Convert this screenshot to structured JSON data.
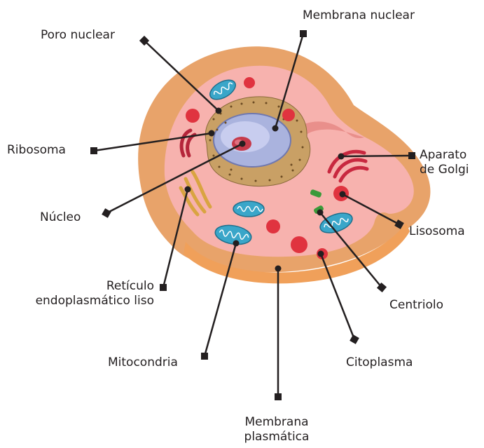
{
  "labels": {
    "poro_nuclear": "Poro nuclear",
    "membrana_nuclear": "Membrana nuclear",
    "ribosoma": "Ribosoma",
    "aparato_golgi_1": "Aparato",
    "aparato_golgi_2": "de Golgi",
    "nucleo": "Núcleo",
    "lisosoma": "Lisosoma",
    "reticulo_1": "Retículo",
    "reticulo_2": "endoplasmático liso",
    "centriolo": "Centriolo",
    "mitocondria": "Mitocondria",
    "citoplasma": "Citoplasma",
    "membrana_plasmatica_1": "Membrana",
    "membrana_plasmatica_2": "plasmática"
  },
  "colors": {
    "outer_membrane": "#e8a36a",
    "cell_shadow": "#d47f3e",
    "cytoplasm": "#f7b2ae",
    "cytoplasm_dark": "#e98f8b",
    "nucleus_envelope": "#c9a065",
    "nucleoplasm": "#aab3de",
    "nucleolus": "#c63a4b",
    "mitochondria": "#3aa6c9",
    "lysosome": "#e0333f",
    "golgi": "#c8283f",
    "centriole": "#3b9a3a",
    "ser": "#d9a441",
    "leader_line": "#231f20"
  }
}
